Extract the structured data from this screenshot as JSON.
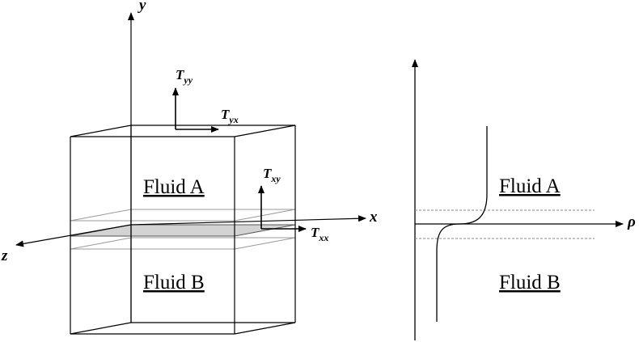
{
  "left_diagram": {
    "axes": {
      "x": "x",
      "y": "y",
      "z": "z"
    },
    "stresses": {
      "t_yy": {
        "main": "T",
        "sub": "yy"
      },
      "t_yx": {
        "main": "T",
        "sub": "yx"
      },
      "t_xy": {
        "main": "T",
        "sub": "xy"
      },
      "t_xx": {
        "main": "T",
        "sub": "xx"
      }
    },
    "fluid_a": "Fluid A",
    "fluid_b": "Fluid B"
  },
  "right_diagram": {
    "axis_label": "ρ",
    "fluid_a": "Fluid A",
    "fluid_b": "Fluid B"
  }
}
